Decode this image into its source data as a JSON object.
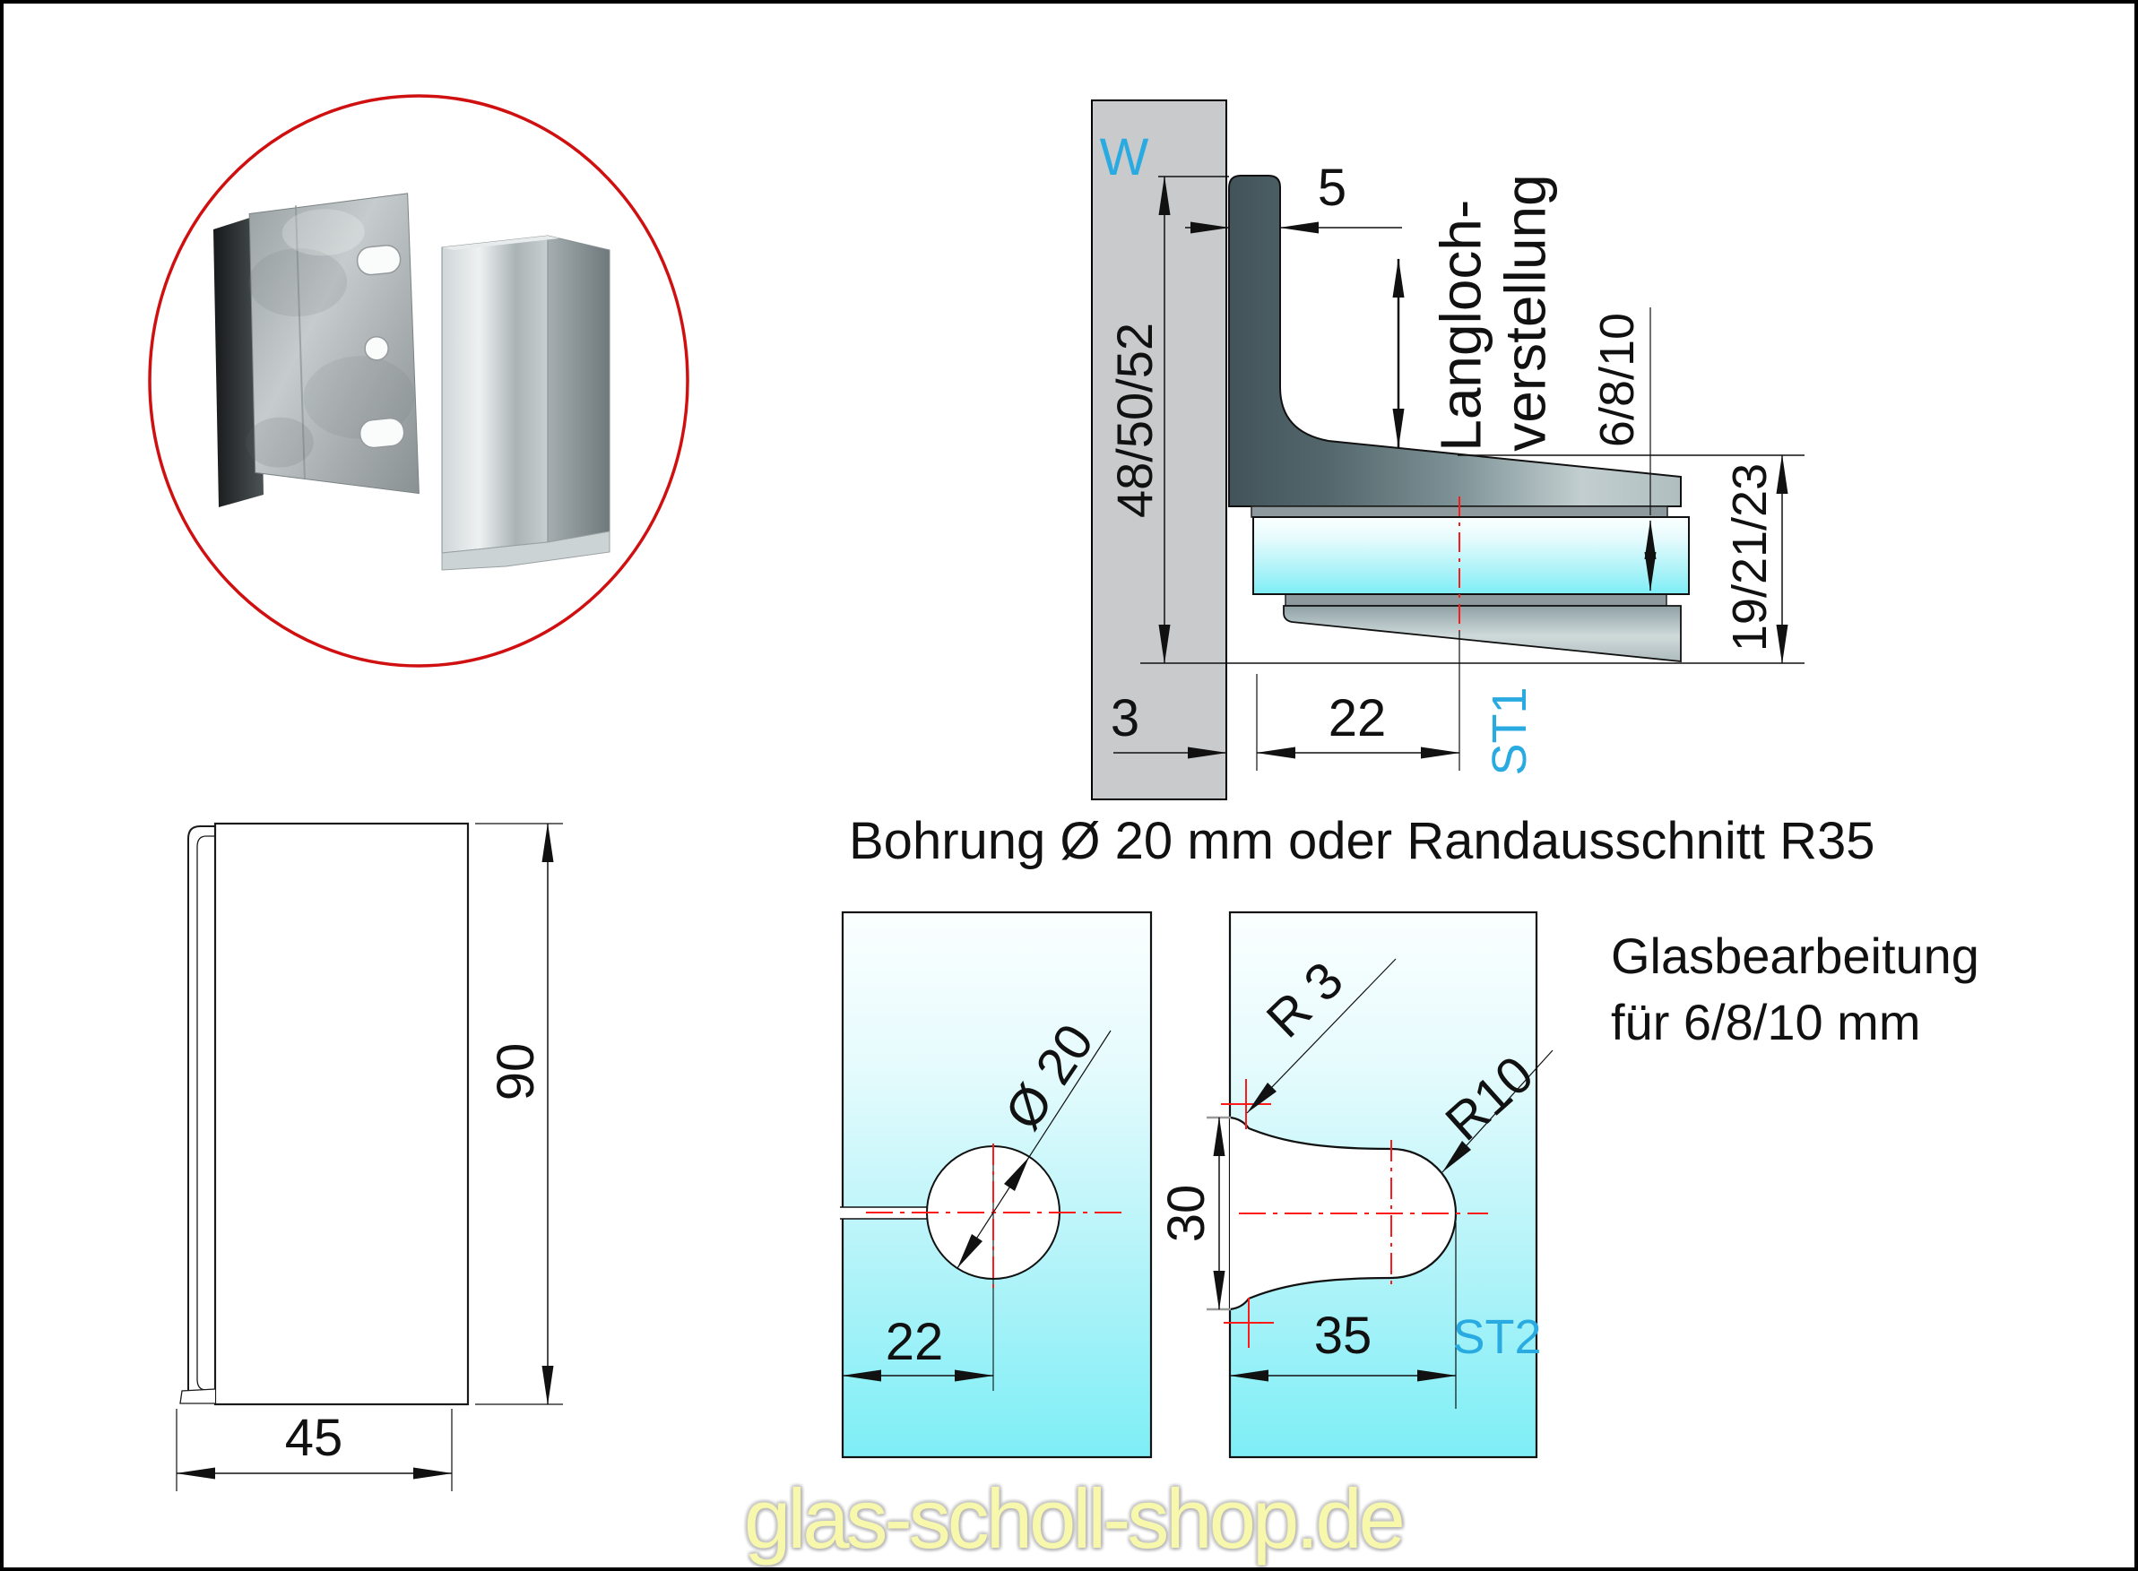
{
  "colors": {
    "accent_blue": "#29abe2",
    "centerline_red": "#ff1a1a",
    "photo_circle_red": "#d01010",
    "glass_cyan": "#7eeef6",
    "wall_gray": "#c9cacb"
  },
  "watermark": "glas-scholl-shop.de",
  "cross_section": {
    "wall_label": "W",
    "wall_height_dim": "48/50/52",
    "slot_offset_dim": "5",
    "slot_note_line1": "Langloch-",
    "slot_note_line2": "verstellung",
    "glass_thickness_dim": "6/8/10",
    "clamp_height_dim": "19/21/23",
    "wall_gap_dim": "3",
    "glass_inset_dim": "22",
    "axis_label": "ST1"
  },
  "front_view": {
    "height_dim": "90",
    "width_dim": "45"
  },
  "glass_prep": {
    "heading": "Bohrung Ø 20 mm oder Randausschnitt R35",
    "note_line1": "Glasbearbeitung",
    "note_line2": "für 6/8/10 mm",
    "left_panel": {
      "hole_dia": "Ø 20",
      "center_offset_dim": "22"
    },
    "right_panel": {
      "corner_radius": "R 3",
      "nose_radius": "R10",
      "opening_height_dim": "30",
      "cutout_depth_dim": "35",
      "axis_label": "ST2"
    }
  }
}
